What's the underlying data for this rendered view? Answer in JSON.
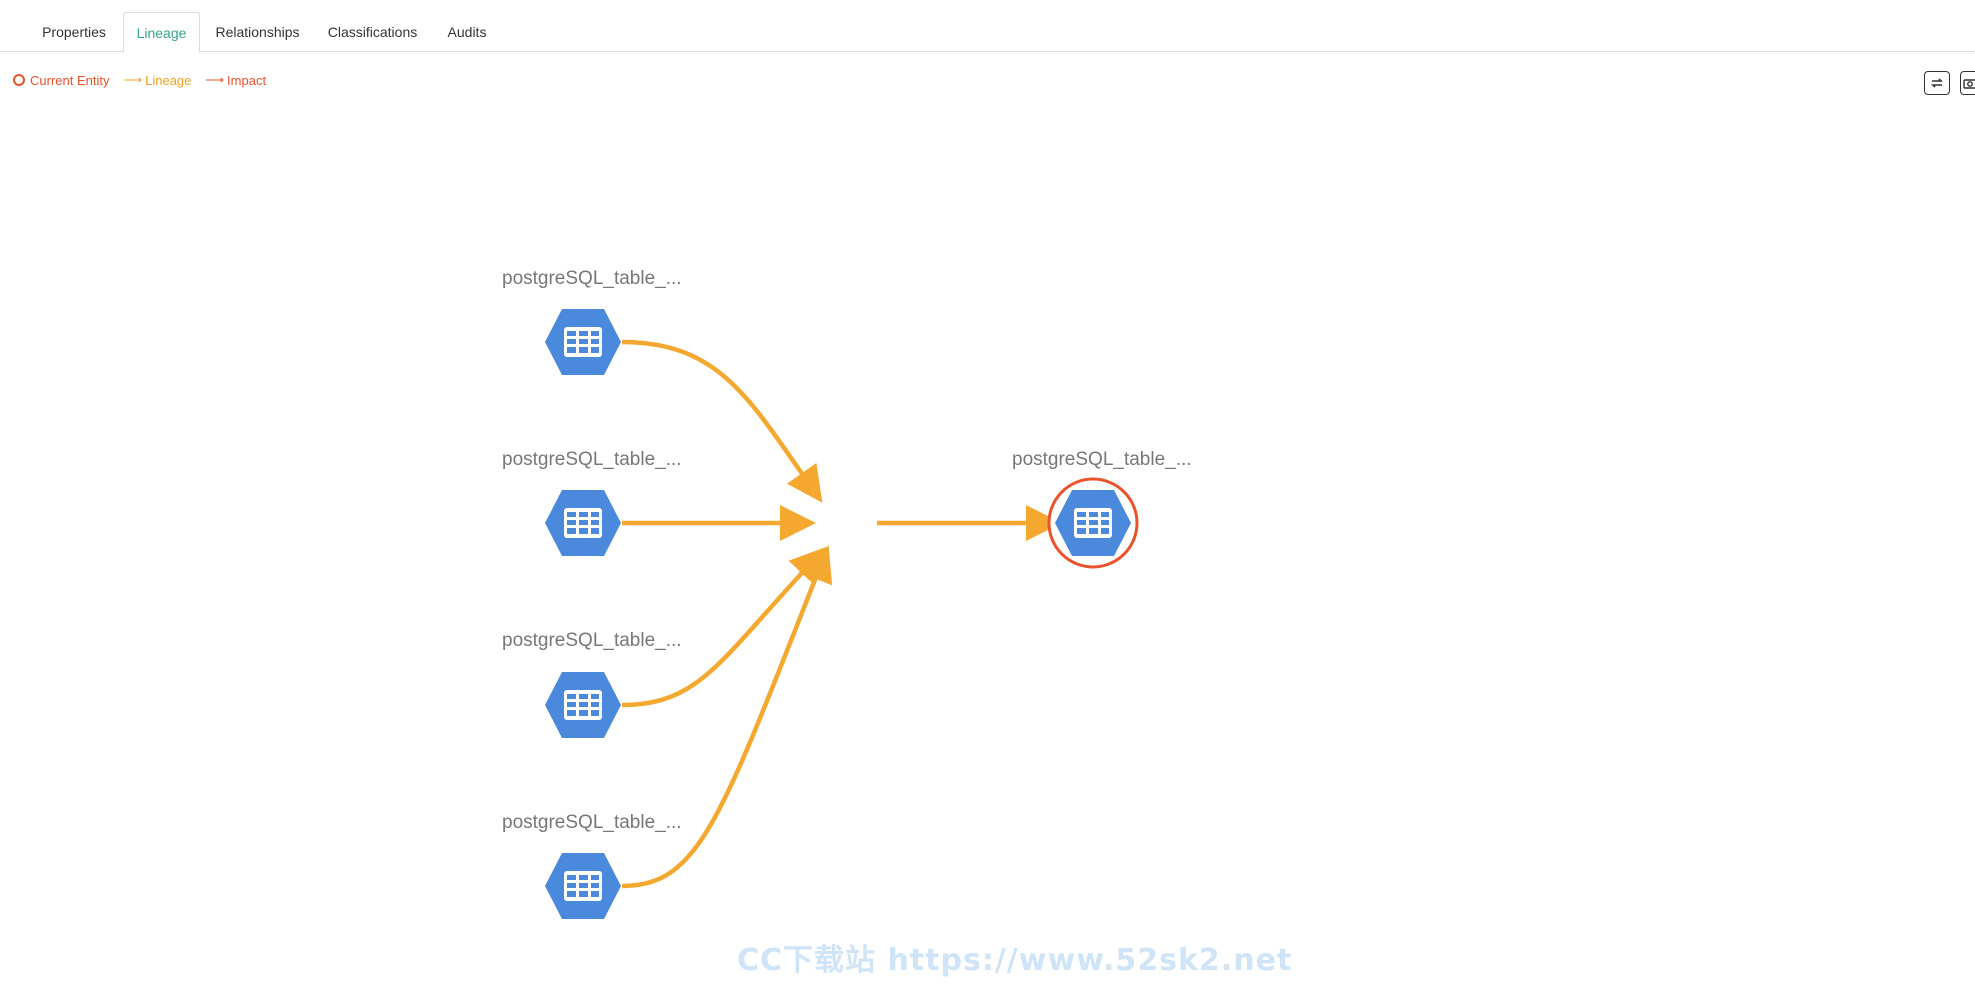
{
  "tabs": [
    {
      "label": "Properties",
      "active": false
    },
    {
      "label": "Lineage",
      "active": true
    },
    {
      "label": "Relationships",
      "active": false
    },
    {
      "label": "Classifications",
      "active": false
    },
    {
      "label": "Audits",
      "active": false
    }
  ],
  "legend": {
    "current_entity": "Current Entity",
    "lineage": "Lineage",
    "impact": "Impact"
  },
  "colors": {
    "accent": "#37a58f",
    "current_entity": "#e9532b",
    "lineage": "#f5a623",
    "impact": "#e9532b",
    "node_fill": "#4a89dc",
    "edge": "#f5a830"
  },
  "toolbar": {
    "refresh_icon": "refresh-icon",
    "camera_icon": "camera-icon"
  },
  "graph": {
    "nodes": [
      {
        "label": "postgreSQL_table_..."
      },
      {
        "label": "postgreSQL_table_..."
      },
      {
        "label": "postgreSQL_table_..."
      },
      {
        "label": "postgreSQL_table_..."
      },
      {
        "label": "postgreSQL_table_...",
        "current": true
      }
    ]
  },
  "watermark": "CC下载站 https://www.52sk2.net"
}
